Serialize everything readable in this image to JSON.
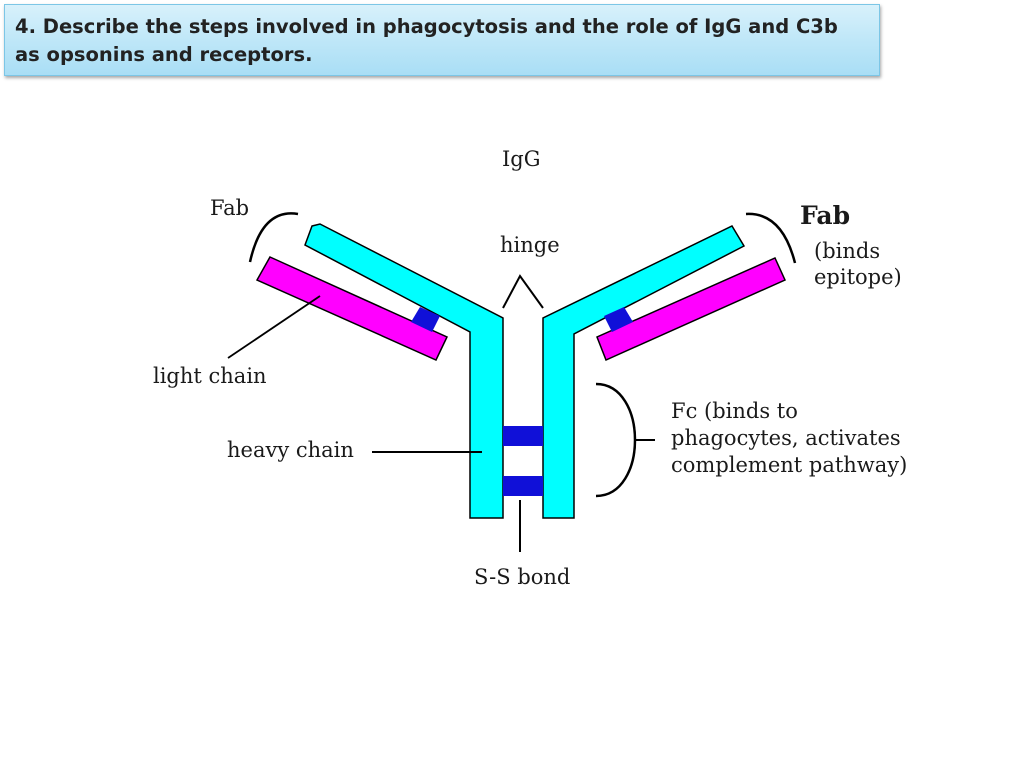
{
  "slide": {
    "title": "4. Describe the steps involved in phagocytosis and the role of IgG and C3b as opsonins and receptors."
  },
  "diagram": {
    "labels": {
      "igg": "IgG",
      "fab_left": "Fab",
      "hinge": "hinge",
      "fab_right": "Fab",
      "fab_right_note_line1": "(binds",
      "fab_right_note_line2": "epitope)",
      "light_chain": "light chain",
      "heavy_chain": "heavy chain",
      "fc_line1": "Fc (binds to",
      "fc_line2": "phagocytes, activates",
      "fc_line3": "complement pathway)",
      "ss_bond": "S-S bond"
    },
    "colors": {
      "heavy_chain": "#00ffff",
      "light_chain": "#ff00ff",
      "disulfide_bond": "#1010d8",
      "outline": "#000000",
      "title_bg": "#bfe7f8"
    }
  }
}
